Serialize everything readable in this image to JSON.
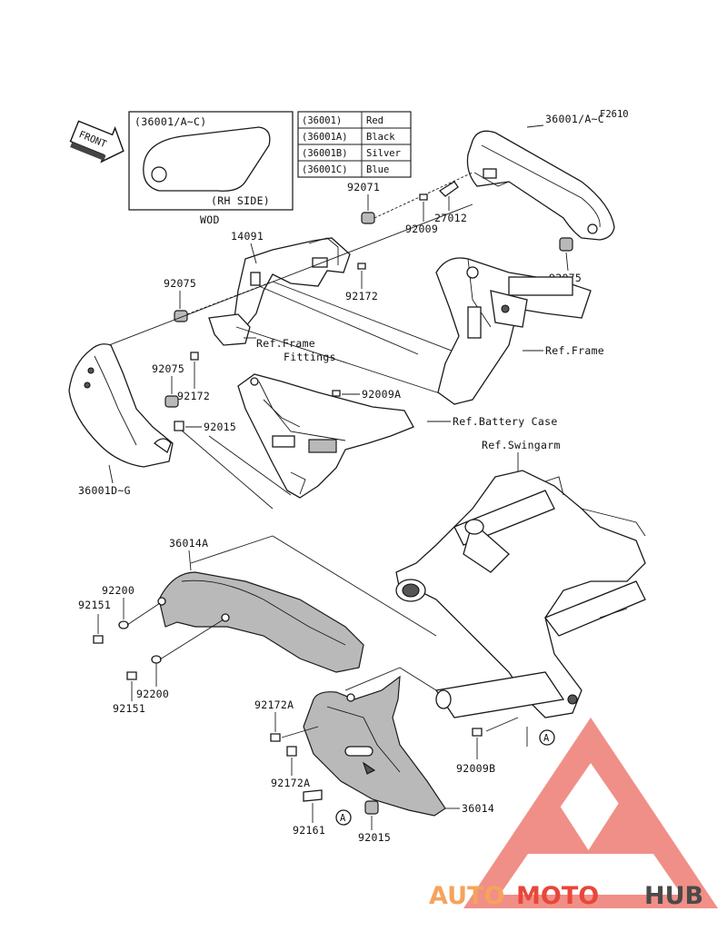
{
  "figure_code": "F2610",
  "front_arrow_label": "FRONT",
  "inset": {
    "part_label": "(36001/A~C)",
    "side_label": "(RH SIDE)",
    "caption": "WOD"
  },
  "color_table": [
    {
      "code": "(36001)",
      "color": "Red"
    },
    {
      "code": "(36001A)",
      "color": "Black"
    },
    {
      "code": "(36001B)",
      "color": "Silver"
    },
    {
      "code": "(36001C)",
      "color": "Blue"
    }
  ],
  "labels": {
    "p36001_ac": "36001/A~C",
    "p92071": "92071",
    "p92009": "92009",
    "p27012": "27012",
    "p14091": "14091",
    "p92075_a": "92075",
    "p92075_b": "92075",
    "p92075_c": "92075",
    "p92172_a": "92172",
    "p92172_b": "92172",
    "ref_frame_fittings_1": "Ref.Frame",
    "ref_frame_fittings_2": "Fittings",
    "ref_frame": "Ref.Frame",
    "p92009a": "92009A",
    "ref_battery_case": "Ref.Battery Case",
    "ref_swingarm": "Ref.Swingarm",
    "p92015_a": "92015",
    "p36001d_g": "36001D~G",
    "p36014a": "36014A",
    "p92200_a": "92200",
    "p92200_b": "92200",
    "p92151_a": "92151",
    "p92151_b": "92151",
    "p92172a_a": "92172A",
    "p92172a_b": "92172A",
    "p92009b": "92009B",
    "p92161": "92161",
    "p92015_b": "92015",
    "p36014": "36014",
    "marker_a_1": "A",
    "marker_a_2": "A"
  },
  "watermark": {
    "part1": "AUTO",
    "part2": "MOTO",
    "part3": "HUB",
    "color_orange": "#f5a35c",
    "color_red": "#e8473a",
    "color_grey": "#4a4a4a"
  }
}
